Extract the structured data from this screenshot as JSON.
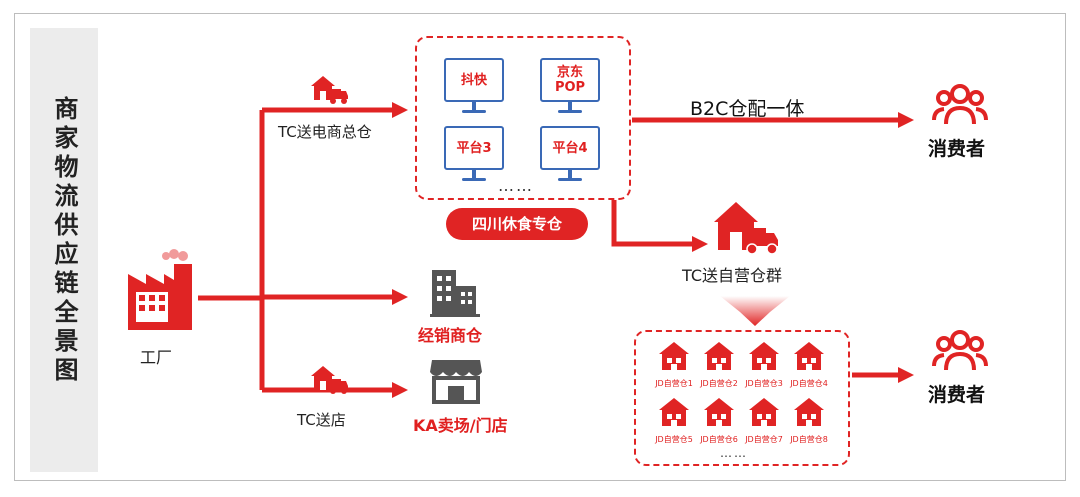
{
  "side_title": "商家物流供应链全景图",
  "factory": {
    "label": "工厂",
    "icon": "factory-icon"
  },
  "routes": {
    "tc_ecom": "TC送电商总仓",
    "tc_store": "TC送店",
    "dealer": "经销商仓",
    "ka": "KA卖场/门店",
    "b2c": "B2C仓配一体",
    "tc_self": "TC送自营仓群"
  },
  "platforms": [
    {
      "line1": "抖快",
      "line2": ""
    },
    {
      "line1": "京东",
      "line2": "POP"
    },
    {
      "line1": "平台3",
      "line2": ""
    },
    {
      "line1": "平台4",
      "line2": ""
    }
  ],
  "platform_more": "……",
  "warehouse_pill": "四川休食专仓",
  "jd_warehouses": [
    "JD自营仓1",
    "JD自营仓2",
    "JD自营仓3",
    "JD自营仓4",
    "JD自营仓5",
    "JD自营仓6",
    "JD自营仓7",
    "JD自营仓8"
  ],
  "jd_more": "……",
  "consumers": [
    "消费者",
    "消费者"
  ],
  "colors": {
    "accent": "#e02424",
    "monitor": "#3a69b6",
    "sidebar": "#ececec"
  }
}
